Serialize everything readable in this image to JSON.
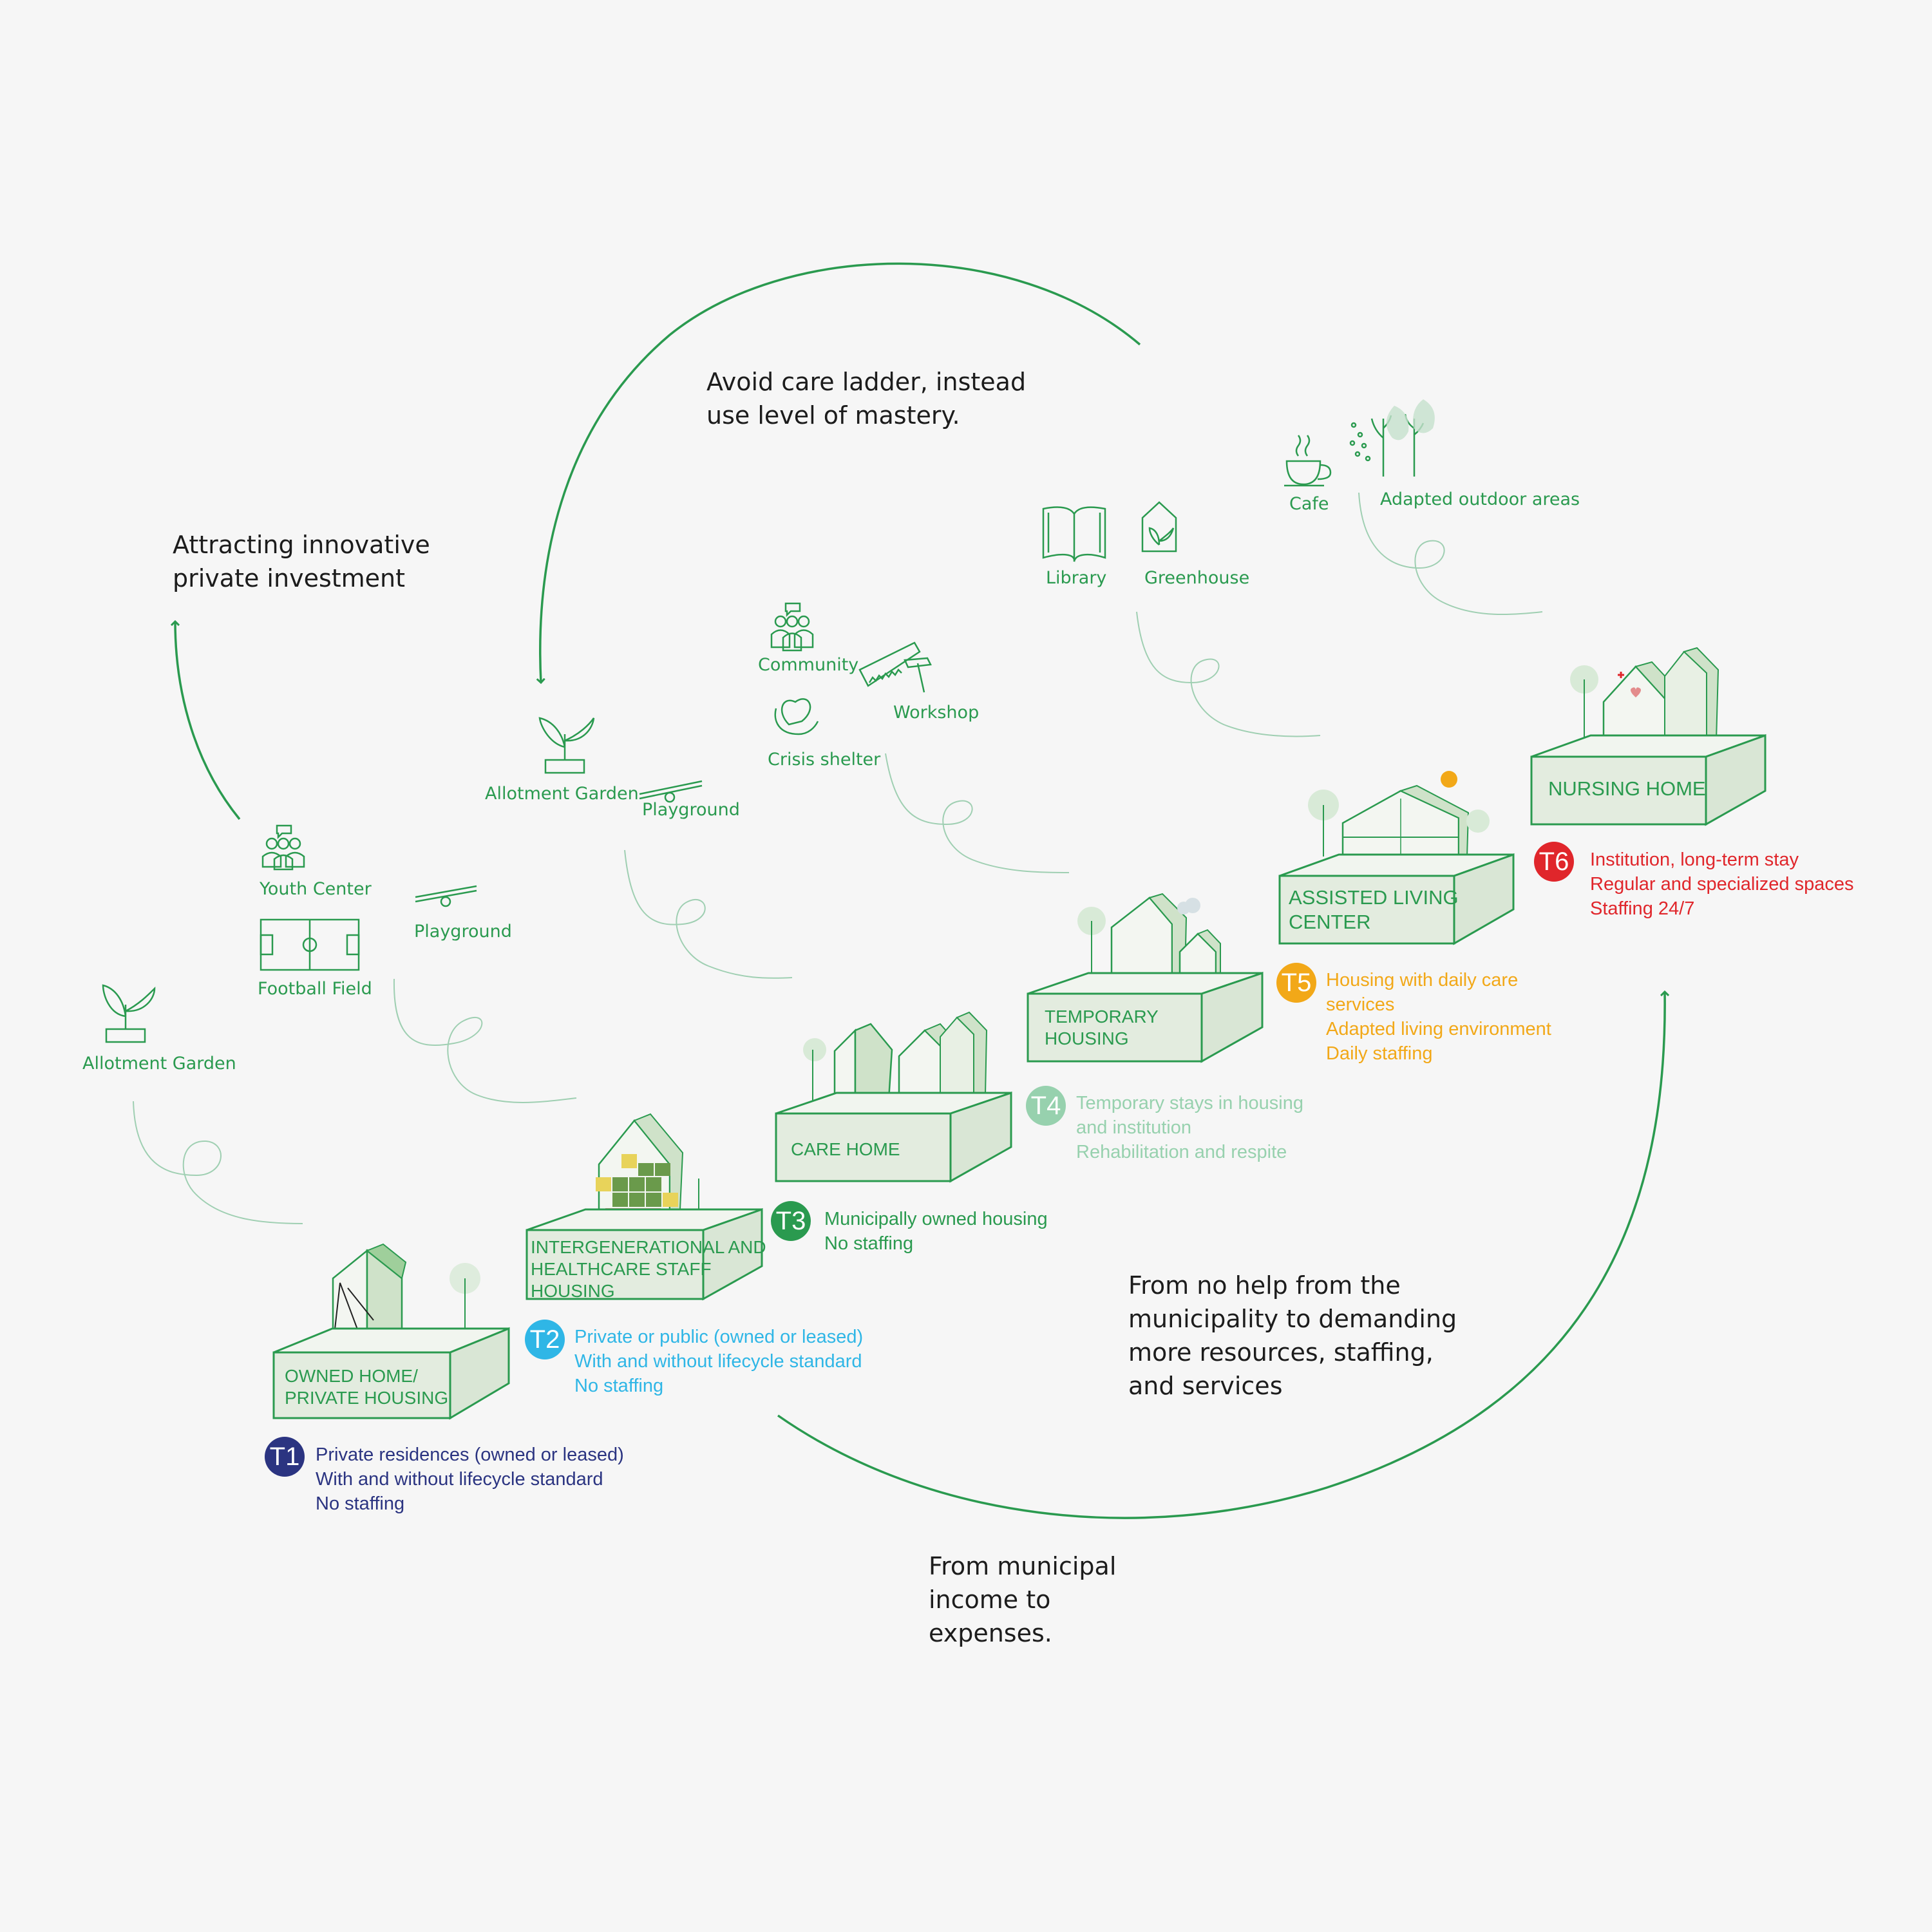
{
  "headings": {
    "avoid_care_ladder": [
      "Avoid care ladder, instead",
      "use level of mastery."
    ],
    "attracting": [
      "Attracting innovative",
      "private investment"
    ],
    "from_no_help": [
      "From no help from the",
      "municipality to demanding",
      "more resources, staffing,",
      "and services"
    ],
    "from_municipal": [
      "From municipal",
      "income to",
      "expenses."
    ]
  },
  "amenities": {
    "allotment_garden_left": "Allotment Garden",
    "youth_center": "Youth Center",
    "football_field": "Football Field",
    "playground_left": "Playground",
    "allotment_garden_mid": "Allotment Garden",
    "playground_mid": "Playground",
    "community": "Community",
    "workshop": "Workshop",
    "crisis_shelter": "Crisis shelter",
    "library": "Library",
    "greenhouse": "Greenhouse",
    "cafe": "Cafe",
    "adapted_outdoor": "Adapted outdoor areas"
  },
  "tiers": [
    {
      "code": "T1",
      "box": [
        "OWNED HOME/",
        "PRIVATE HOUSING"
      ],
      "lines": [
        "Private residences (owned or leased)",
        "With and without lifecycle standard",
        "No staffing"
      ],
      "color": "#2b3481"
    },
    {
      "code": "T2",
      "box": [
        "INTERGENERATIONAL AND",
        "HEALTHCARE STAFF",
        "HOUSING"
      ],
      "lines": [
        "Private or public (owned or leased)",
        "With and without lifecycle standard",
        "No staffing"
      ],
      "color": "#2fb6e6"
    },
    {
      "code": "T3",
      "box": [
        "CARE HOME"
      ],
      "lines": [
        "Municipally owned housing",
        "No staffing"
      ],
      "color": "#2a9a4f"
    },
    {
      "code": "T4",
      "box": [
        "TEMPORARY",
        "HOUSING"
      ],
      "lines": [
        "Temporary stays in housing",
        "and institution",
        "Rehabilitation and respite"
      ],
      "color": "#97d1ae"
    },
    {
      "code": "T5",
      "box": [
        "ASSISTED LIVING",
        "CENTER"
      ],
      "lines": [
        "Housing with daily care",
        "services",
        "Adapted living environment",
        "Daily staffing"
      ],
      "color": "#f2a818"
    },
    {
      "code": "T6",
      "box": [
        "NURSING HOME"
      ],
      "lines": [
        "Institution, long-term stay",
        "Regular and specialized spaces",
        "Staffing 24/7"
      ],
      "color": "#e0262b"
    }
  ],
  "colors": {
    "green": "#2a9a4f",
    "box_fill": "#e3ecdf",
    "thin_line": "#8ec6a4",
    "background": "#f6f6f6"
  }
}
